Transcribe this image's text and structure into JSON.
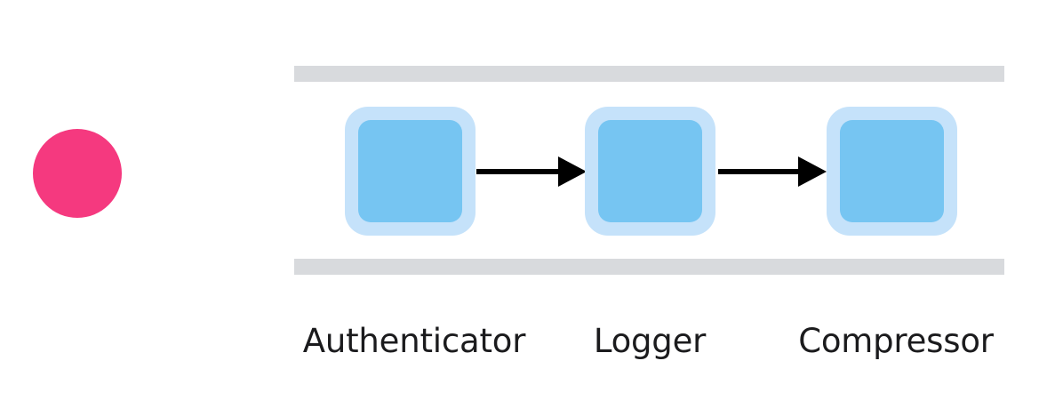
{
  "diagram": {
    "background_color": "#ffffff",
    "status_indicator": {
      "name": "status-dot",
      "shape": "circle",
      "color": "#f5397f"
    },
    "rails": {
      "color": "#d8dadd",
      "top_label": "",
      "bottom_label": ""
    },
    "node_colors": {
      "outer": "#c5e2fa",
      "inner": "#76c5f2"
    },
    "arrow_color": "#000000",
    "stages": [
      {
        "label": "Authenticator",
        "order": 1
      },
      {
        "label": "Logger",
        "order": 2
      },
      {
        "label": "Compressor",
        "order": 3
      }
    ],
    "connectors": [
      {
        "from": "Authenticator",
        "to": "Logger",
        "glyph": "arrow-right"
      },
      {
        "from": "Logger",
        "to": "Compressor",
        "glyph": "arrow-right"
      }
    ]
  }
}
